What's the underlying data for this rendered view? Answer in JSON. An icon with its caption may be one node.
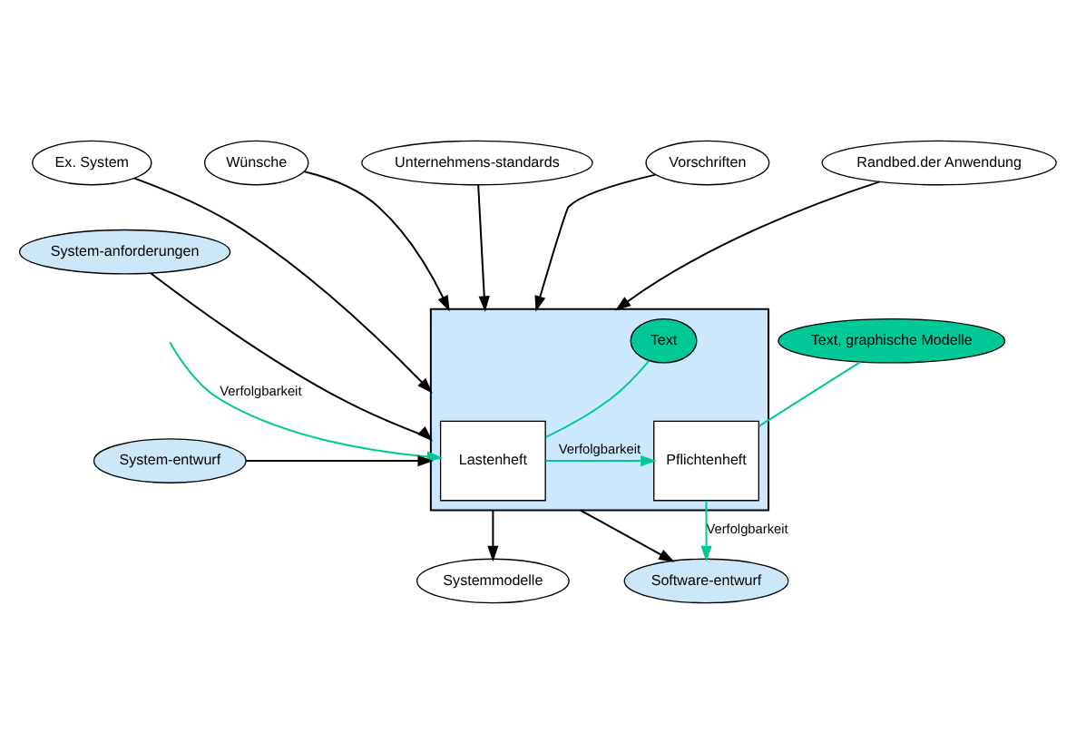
{
  "diagram": {
    "nodes": [
      {
        "text": [
          "Ex. System"
        ]
      },
      {
        "text": [
          "Wünsche"
        ]
      },
      {
        "text": [
          "Unternehmens-standards"
        ]
      },
      {
        "text": [
          "Vorschriften"
        ]
      },
      {
        "text": [
          "Randbed.der Anwendung"
        ]
      },
      {
        "text": [],
        "shape": "box"
      },
      {
        "text": [
          "Text"
        ],
        "in": 5
      },
      {
        "text": [
          "Text, graphische Modelle"
        ]
      },
      {
        "text": [
          "System-anforderungen"
        ]
      },
      {
        "text": [
          "Lastenheft"
        ],
        "in": 5
      },
      {
        "text": [
          "Pflichtenheft"
        ],
        "in": 5
      },
      {
        "text": [
          "Software-entwurf"
        ]
      },
      {
        "text": [
          "System-entwurf"
        ]
      },
      {
        "text": [
          "Systemmodelle"
        ]
      }
    ],
    "edges": [
      {
        "from": 0,
        "to": 5,
        "arrow": "to"
      },
      {
        "from": 1,
        "to": 5,
        "arrow": "to"
      },
      {
        "from": 2,
        "to": 5,
        "arrow": "to"
      },
      {
        "from": 3,
        "to": 5,
        "arrow": "to"
      },
      {
        "from": 4,
        "to": 5,
        "arrow": "to"
      },
      {
        "from": 8,
        "to": 5,
        "arrow": "to"
      },
      {
        "from": 12,
        "to": 5,
        "arrow": "to"
      },
      {
        "from": 5,
        "to": 11,
        "arrow": "to"
      },
      {
        "from": 5,
        "to": 13,
        "arrow": "to"
      },
      {
        "from": 6,
        "to": 9,
        "arrow": "none",
        "color": "#00c896"
      },
      {
        "from": 7,
        "to": 10,
        "arrow": "none",
        "color": "#00c896"
      },
      {
        "from": null,
        "to": 9,
        "arrow": "to",
        "label": "Verfolgbarkeit",
        "color": "#00c896"
      },
      {
        "from": 9,
        "to": 10,
        "arrow": "to",
        "label": "Verfolgbarkeit",
        "color": "#00c896"
      },
      {
        "from": 10,
        "to": 11,
        "arrow": "to",
        "label": "Verfolgbarkeit",
        "color": "#00c896"
      }
    ]
  }
}
